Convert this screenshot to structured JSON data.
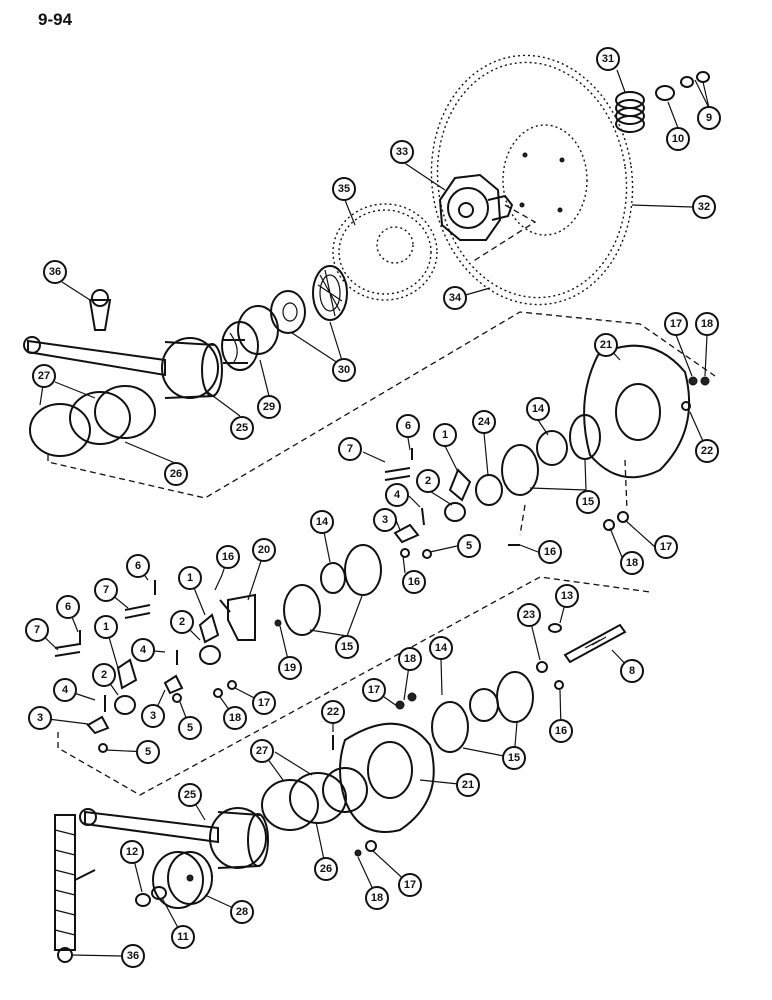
{
  "page_number": "9-94",
  "callouts": [
    {
      "num": "31",
      "label": "31"
    },
    {
      "num": "10",
      "label": "10"
    },
    {
      "num": "9",
      "label": "9"
    },
    {
      "num": "33",
      "label": "33"
    },
    {
      "num": "32",
      "label": "32"
    },
    {
      "num": "35",
      "label": "35"
    },
    {
      "num": "34",
      "label": "34"
    },
    {
      "num": "36",
      "label": "36"
    },
    {
      "num": "30",
      "label": "30"
    },
    {
      "num": "29",
      "label": "29"
    },
    {
      "num": "27",
      "label": "27"
    },
    {
      "num": "25",
      "label": "25"
    },
    {
      "num": "26",
      "label": "26"
    },
    {
      "num": "17",
      "label": "17"
    },
    {
      "num": "18",
      "label": "18"
    },
    {
      "num": "21",
      "label": "21"
    },
    {
      "num": "22",
      "label": "22"
    },
    {
      "num": "6",
      "label": "6"
    },
    {
      "num": "7",
      "label": "7"
    },
    {
      "num": "1",
      "label": "1"
    },
    {
      "num": "24",
      "label": "24"
    },
    {
      "num": "14",
      "label": "14"
    },
    {
      "num": "2",
      "label": "2"
    },
    {
      "num": "4",
      "label": "4"
    },
    {
      "num": "15",
      "label": "15"
    },
    {
      "num": "3",
      "label": "3"
    },
    {
      "num": "5",
      "label": "5"
    },
    {
      "num": "16",
      "label": "16"
    },
    {
      "num": "18",
      "label": "18"
    },
    {
      "num": "17",
      "label": "17"
    },
    {
      "num": "20",
      "label": "20"
    },
    {
      "num": "16",
      "label": "16"
    },
    {
      "num": "14",
      "label": "14"
    },
    {
      "num": "16",
      "label": "16"
    },
    {
      "num": "6",
      "label": "6"
    },
    {
      "num": "1",
      "label": "1"
    },
    {
      "num": "7",
      "label": "7"
    },
    {
      "num": "15",
      "label": "15"
    },
    {
      "num": "6",
      "label": "6"
    },
    {
      "num": "7",
      "label": "7"
    },
    {
      "num": "2",
      "label": "2"
    },
    {
      "num": "4",
      "label": "4"
    },
    {
      "num": "1",
      "label": "1"
    },
    {
      "num": "19",
      "label": "19"
    },
    {
      "num": "13",
      "label": "13"
    },
    {
      "num": "23",
      "label": "23"
    },
    {
      "num": "8",
      "label": "8"
    },
    {
      "num": "2",
      "label": "2"
    },
    {
      "num": "3",
      "label": "3"
    },
    {
      "num": "5",
      "label": "5"
    },
    {
      "num": "17",
      "label": "17"
    },
    {
      "num": "18",
      "label": "18"
    },
    {
      "num": "4",
      "label": "4"
    },
    {
      "num": "3",
      "label": "3"
    },
    {
      "num": "5",
      "label": "5"
    },
    {
      "num": "18",
      "label": "18"
    },
    {
      "num": "14",
      "label": "14"
    },
    {
      "num": "17",
      "label": "17"
    },
    {
      "num": "22",
      "label": "22"
    },
    {
      "num": "16",
      "label": "16"
    },
    {
      "num": "15",
      "label": "15"
    },
    {
      "num": "21",
      "label": "21"
    },
    {
      "num": "27",
      "label": "27"
    },
    {
      "num": "25",
      "label": "25"
    },
    {
      "num": "26",
      "label": "26"
    },
    {
      "num": "18",
      "label": "18"
    },
    {
      "num": "17",
      "label": "17"
    },
    {
      "num": "12",
      "label": "12"
    },
    {
      "num": "11",
      "label": "11"
    },
    {
      "num": "28",
      "label": "28"
    },
    {
      "num": "36",
      "label": "36"
    }
  ]
}
